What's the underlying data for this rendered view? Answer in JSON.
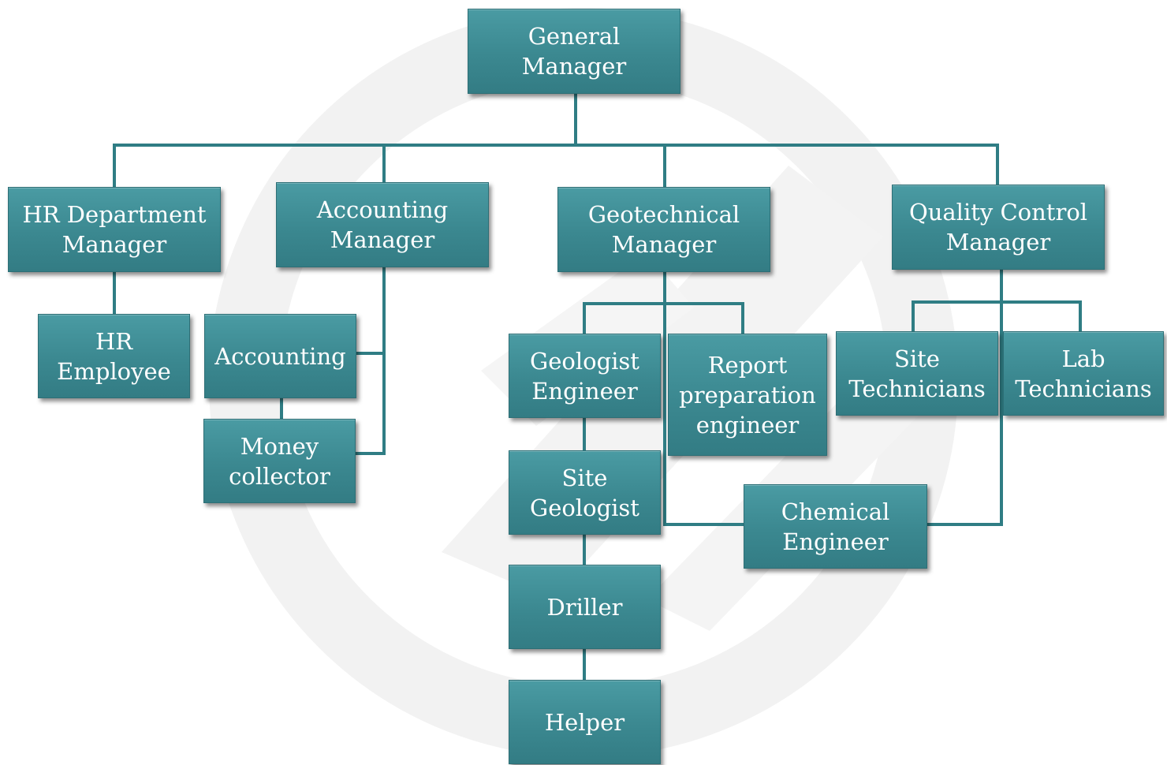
{
  "chart": {
    "general_manager": "General Manager",
    "hr_manager": "HR Department\nManager",
    "accounting_manager": "Accounting\nManager",
    "geotechnical_manager": "Geotechnical\nManager",
    "qc_manager": "Quality Control\nManager",
    "hr_employee": "HR\nEmployee",
    "accounting": "Accounting",
    "money_collector": "Money\ncollector",
    "geologist_engineer": "Geologist\nEngineer",
    "report_engineer": "Report\npreparation\nengineer",
    "site_technicians": "Site\nTechnicians",
    "lab_technicians": "Lab\nTechnicians",
    "site_geologist": "Site\nGeologist",
    "chemical_engineer": "Chemical\nEngineer",
    "driller": "Driller",
    "helper": "Helper"
  },
  "colors": {
    "box_fill": "#3b8890",
    "connector": "#2f7d84",
    "text": "#ffffff",
    "watermark": "#f1f1f1"
  }
}
